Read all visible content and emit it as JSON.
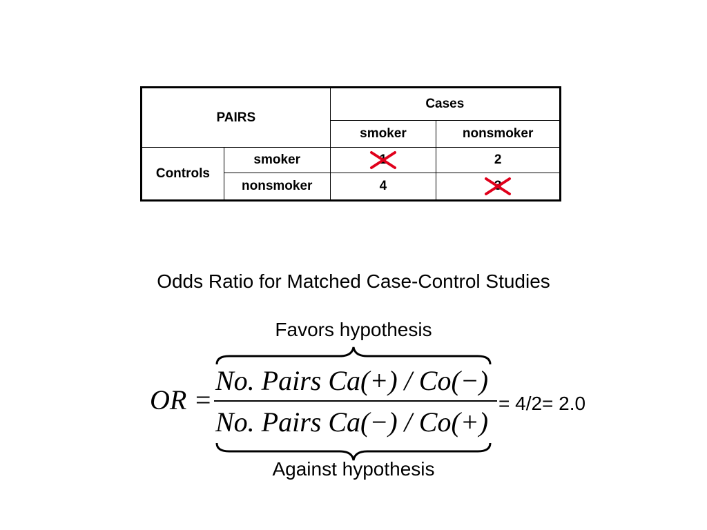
{
  "table": {
    "pairs_label": "PAIRS",
    "cases_label": "Cases",
    "case_cols": [
      "smoker",
      "nonsmoker"
    ],
    "controls_label": "Controls",
    "rows": [
      {
        "label": "smoker",
        "cells": [
          "1",
          "2"
        ]
      },
      {
        "label": "nonsmoker",
        "cells": [
          "4",
          "3"
        ]
      }
    ],
    "crossed_cells": [
      "row1-col1",
      "row2-col2"
    ],
    "cross_color": "#e0001b"
  },
  "subtitle": "Odds Ratio for Matched Case-Control Studies",
  "favors_label": "Favors hypothesis",
  "against_label": "Against hypothesis",
  "formula": {
    "lhs": "OR =",
    "numerator": "No. Pairs Ca(+) / Co(−)",
    "denominator": "No. Pairs Ca(−) / Co(+)",
    "result": "= 4/2= 2.0"
  }
}
